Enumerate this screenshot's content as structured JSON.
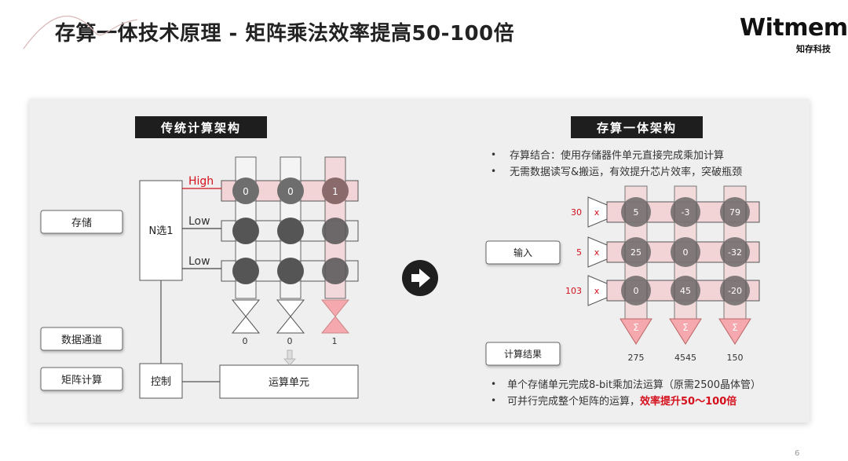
{
  "header": {
    "title": "存算一体技术原理 - 矩阵乘法效率提高50-100倍"
  },
  "logo": {
    "main": "Witmem",
    "sub": "知存科技"
  },
  "page_number": "6",
  "left": {
    "heading": "传统计算架构",
    "storage": "存储",
    "data_channel": "数据通道",
    "matrix_compute": "矩阵计算",
    "selector": "N选1",
    "control": "控制",
    "alu": "运算单元",
    "row_labels": [
      "High",
      "Low",
      "Low"
    ],
    "cell_values": [
      "0",
      "0",
      "1"
    ],
    "outputs": [
      "0",
      "0",
      "1"
    ]
  },
  "right": {
    "heading": "存算一体架构",
    "bullets_top": [
      "存算结合：使用存储器件单元直接完成乘加计算",
      "无需数据读写&搬运，有效提升芯片效率，突破瓶颈"
    ],
    "input_label": "输入",
    "result_label": "计算结果",
    "mult_sign": "x",
    "sum_sign": "Σ",
    "inputs": [
      "30",
      "5",
      "103"
    ],
    "matrix": [
      [
        "5",
        "-3",
        "79"
      ],
      [
        "25",
        "0",
        "-32"
      ],
      [
        "0",
        "45",
        "-20"
      ]
    ],
    "results": [
      "275",
      "4545",
      "150"
    ],
    "bullet_bottom_1": "单个存储单元完成8-bit乘加法运算（原需2500晶体管）",
    "bullet_bottom_2_prefix": "可并行完成整个矩阵的运算，",
    "bullet_bottom_2_highlight": "效率提升50～100倍"
  },
  "colors": {
    "highlight_red": "#d4101c",
    "pink_bar": "#f2d4d6",
    "pink_triangle": "#f5a8ad",
    "dark_circle": "#555555",
    "heading_bg": "#1e1e1e"
  }
}
